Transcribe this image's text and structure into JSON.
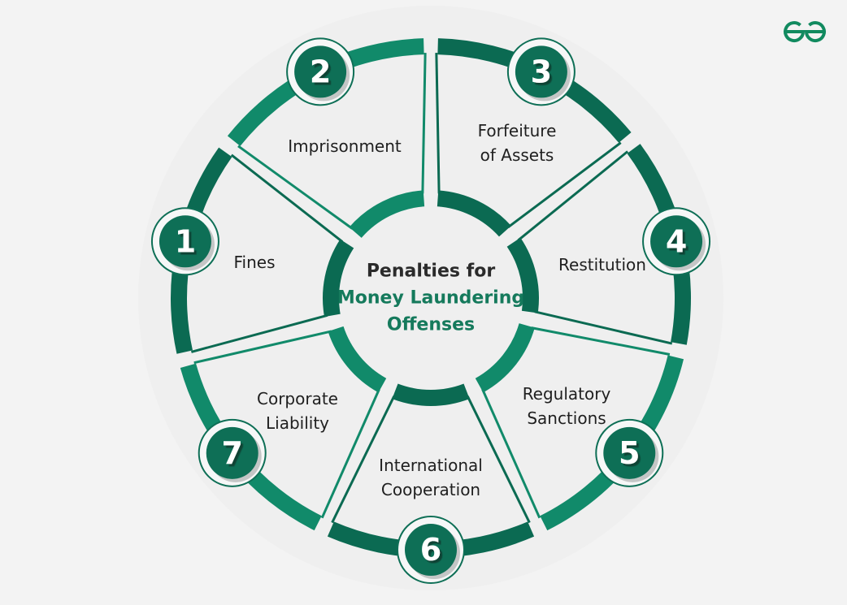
{
  "diagram": {
    "center": {
      "line1": "Penalties for",
      "line2": "Money Laundering",
      "line3": "Offenses"
    },
    "items": [
      {
        "number": "1",
        "label_lines": [
          "Fines"
        ]
      },
      {
        "number": "2",
        "label_lines": [
          "Imprisonment"
        ]
      },
      {
        "number": "3",
        "label_lines": [
          "Forfeiture",
          "of Assets"
        ]
      },
      {
        "number": "4",
        "label_lines": [
          "Restitution"
        ]
      },
      {
        "number": "5",
        "label_lines": [
          "Regulatory",
          "Sanctions"
        ]
      },
      {
        "number": "6",
        "label_lines": [
          "International",
          "Cooperation"
        ]
      },
      {
        "number": "7",
        "label_lines": [
          "Corporate",
          "Liability"
        ]
      }
    ],
    "colors": {
      "dark_green": "#0b6a52",
      "bright_green": "#118a6a",
      "badge_green": "#0e6f56",
      "background": "#f3f3f3"
    }
  },
  "brand": {
    "logo_icon": "geeksforgeeks-logo-icon"
  }
}
